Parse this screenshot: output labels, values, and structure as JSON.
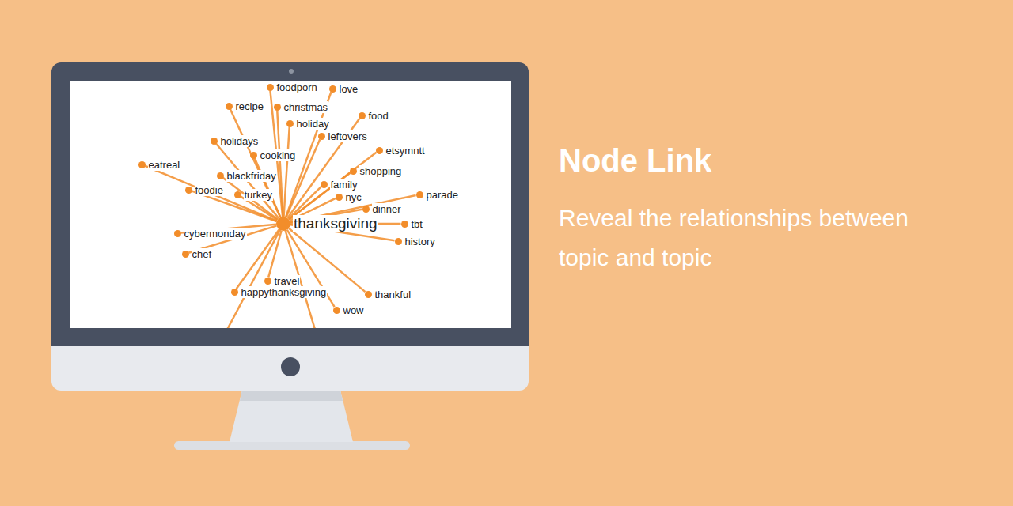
{
  "diagram": {
    "title": "Node Link",
    "caption": "Reveal the relationships between topic and topic",
    "nodes": [
      {
        "text": [
          "foodporn"
        ]
      },
      {
        "text": [
          "love"
        ]
      },
      {
        "text": [
          "christmas"
        ]
      },
      {
        "text": [
          "recipe"
        ]
      },
      {
        "text": [
          "food"
        ]
      },
      {
        "text": [
          "holiday"
        ]
      },
      {
        "text": [
          "leftovers"
        ]
      },
      {
        "text": [
          "holidays"
        ]
      },
      {
        "text": [
          "etsymntt"
        ]
      },
      {
        "text": [
          "cooking"
        ]
      },
      {
        "text": [
          "eatreal"
        ]
      },
      {
        "text": [
          "shopping"
        ]
      },
      {
        "text": [
          "blackfriday"
        ]
      },
      {
        "text": [
          "family"
        ]
      },
      {
        "text": [
          "foodie"
        ]
      },
      {
        "text": [
          "turkey"
        ]
      },
      {
        "text": [
          "parade"
        ]
      },
      {
        "text": [
          "nyc"
        ]
      },
      {
        "text": [
          "dinner"
        ]
      },
      {
        "text": [
          "thanksgiving"
        ]
      },
      {
        "text": [
          "tbt"
        ]
      },
      {
        "text": [
          "cybermonday"
        ]
      },
      {
        "text": [
          "history"
        ]
      },
      {
        "text": [
          "chef"
        ]
      },
      {
        "text": [
          "travel"
        ]
      },
      {
        "text": [
          "happythanksgiving"
        ]
      },
      {
        "text": [
          "thankful"
        ]
      },
      {
        "text": [
          "wow"
        ]
      }
    ],
    "edges": [
      {
        "from": 19,
        "to": 0,
        "arrow": "none"
      },
      {
        "from": 19,
        "to": 1,
        "arrow": "none"
      },
      {
        "from": 19,
        "to": 2,
        "arrow": "none"
      },
      {
        "from": 19,
        "to": 3,
        "arrow": "none"
      },
      {
        "from": 19,
        "to": 4,
        "arrow": "none"
      },
      {
        "from": 19,
        "to": 5,
        "arrow": "none"
      },
      {
        "from": 19,
        "to": 6,
        "arrow": "none"
      },
      {
        "from": 19,
        "to": 7,
        "arrow": "none"
      },
      {
        "from": 19,
        "to": 8,
        "arrow": "none"
      },
      {
        "from": 19,
        "to": 9,
        "arrow": "none"
      },
      {
        "from": 19,
        "to": 10,
        "arrow": "none"
      },
      {
        "from": 19,
        "to": 11,
        "arrow": "none"
      },
      {
        "from": 19,
        "to": 12,
        "arrow": "none"
      },
      {
        "from": 19,
        "to": 13,
        "arrow": "none"
      },
      {
        "from": 19,
        "to": 14,
        "arrow": "none"
      },
      {
        "from": 19,
        "to": 15,
        "arrow": "none"
      },
      {
        "from": 19,
        "to": 16,
        "arrow": "none"
      },
      {
        "from": 19,
        "to": 17,
        "arrow": "none"
      },
      {
        "from": 19,
        "to": 18,
        "arrow": "none"
      },
      {
        "from": 19,
        "to": 20,
        "arrow": "none"
      },
      {
        "from": 19,
        "to": 21,
        "arrow": "none"
      },
      {
        "from": 19,
        "to": 22,
        "arrow": "none"
      },
      {
        "from": 19,
        "to": 23,
        "arrow": "none"
      },
      {
        "from": 19,
        "to": 24,
        "arrow": "none"
      },
      {
        "from": 19,
        "to": 25,
        "arrow": "none"
      },
      {
        "from": 19,
        "to": 26,
        "arrow": "none"
      },
      {
        "from": 19,
        "to": 27,
        "arrow": "none"
      }
    ]
  }
}
